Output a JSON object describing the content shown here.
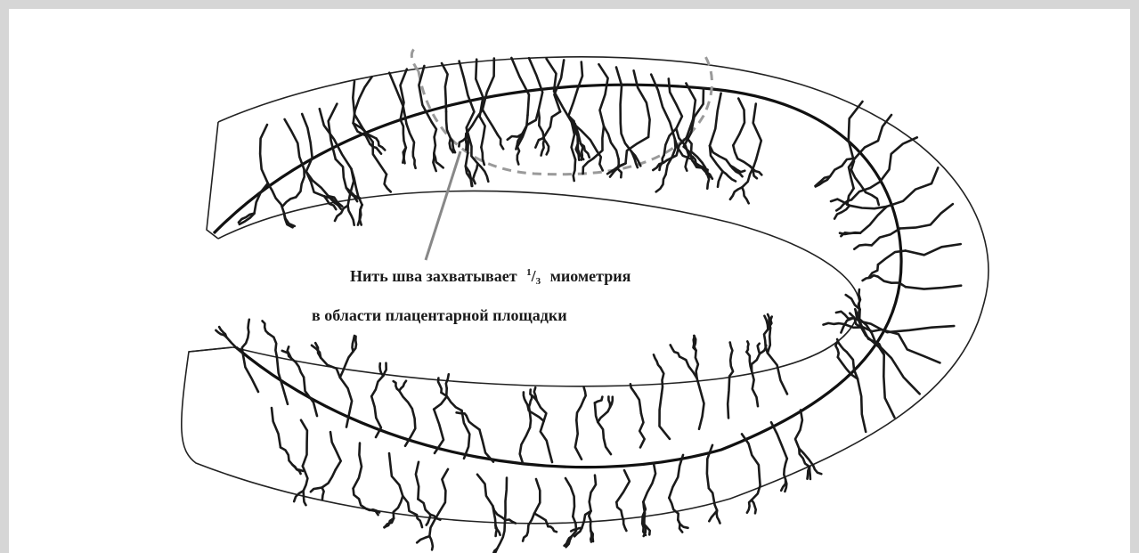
{
  "diagram": {
    "label_line1_before": "Нить шва захватывает",
    "fraction_numerator": "1",
    "fraction_denominator": "3",
    "label_line1_after": "миометрия",
    "label_line2": "в области плацентарной площадки",
    "colors": {
      "outline": "#222222",
      "vessels": "#1a1a1a",
      "suture": "#9a9a9a",
      "frame": "#d6d6d6"
    }
  }
}
